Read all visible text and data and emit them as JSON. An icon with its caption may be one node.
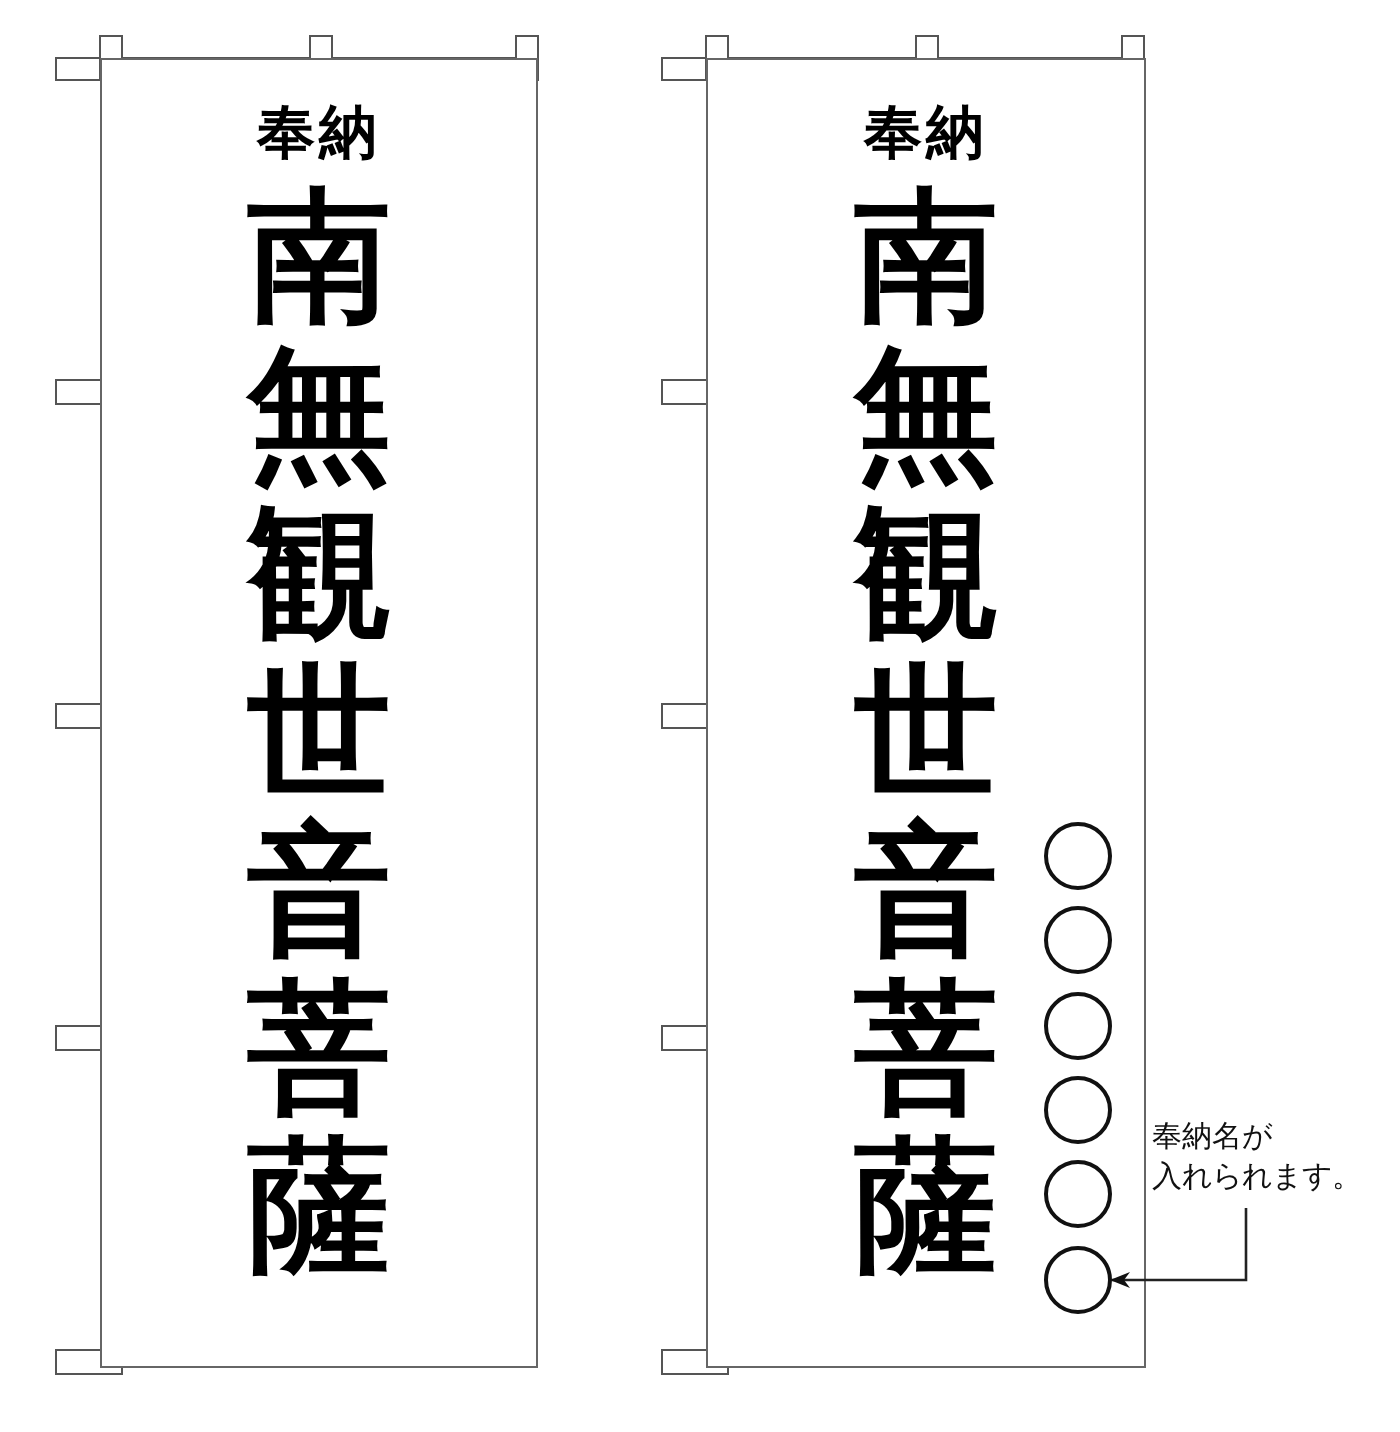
{
  "diagram": {
    "nodes": [
      {
        "text": [
          "奉納",
          "南無観世音菩薩"
        ]
      },
      {
        "text": [
          "奉納",
          "南無観世音菩薩"
        ]
      },
      {
        "text": [],
        "shape": "circle",
        "in": 1
      },
      {
        "text": [],
        "shape": "circle",
        "in": 1
      },
      {
        "text": [],
        "shape": "circle",
        "in": 1
      },
      {
        "text": [],
        "shape": "circle",
        "in": 1
      },
      {
        "text": [],
        "shape": "circle",
        "in": 1
      },
      {
        "text": [],
        "shape": "circle",
        "in": 1
      },
      {
        "text": [
          "奉納名が入れられます。"
        ]
      }
    ],
    "edges": [
      {
        "from": 8,
        "to": 7,
        "arrow": "to"
      }
    ]
  }
}
